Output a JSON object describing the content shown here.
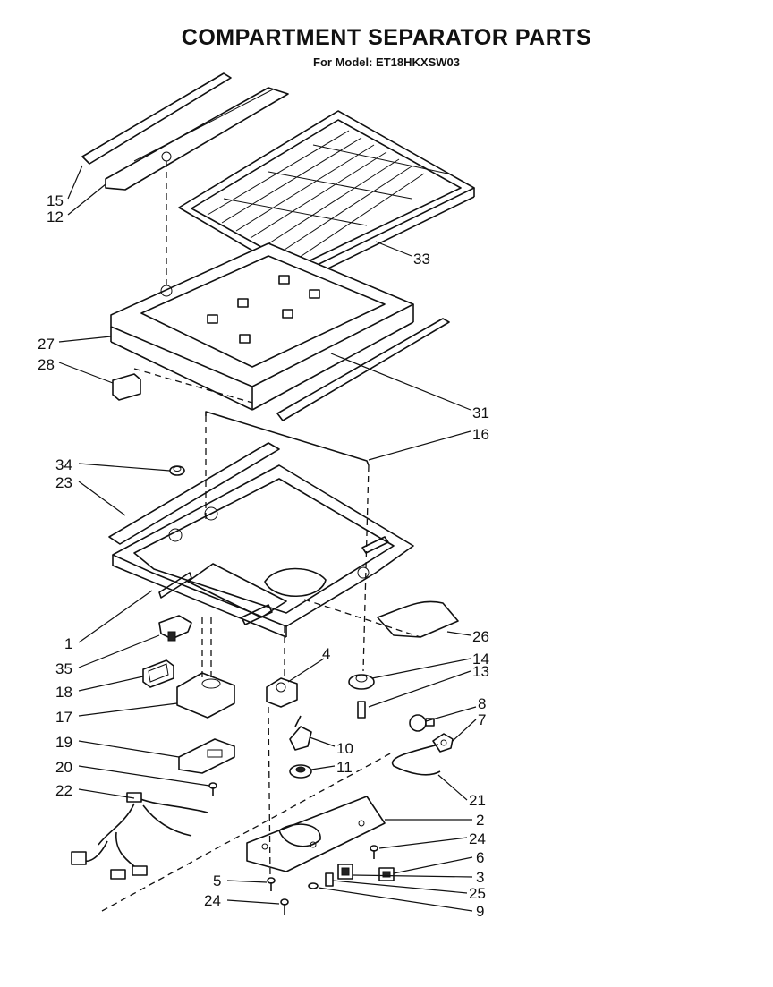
{
  "title": "COMPARTMENT SEPARATOR PARTS",
  "subtitle": "For Model: ET18HKXSW03",
  "callouts": [
    "15",
    "12",
    "33",
    "27",
    "28",
    "31",
    "16",
    "34",
    "23",
    "1",
    "26",
    "35",
    "4",
    "14",
    "13",
    "18",
    "17",
    "8",
    "7",
    "10",
    "19",
    "11",
    "20",
    "22",
    "21",
    "2",
    "24",
    "6",
    "3",
    "5",
    "25",
    "24",
    "9"
  ]
}
